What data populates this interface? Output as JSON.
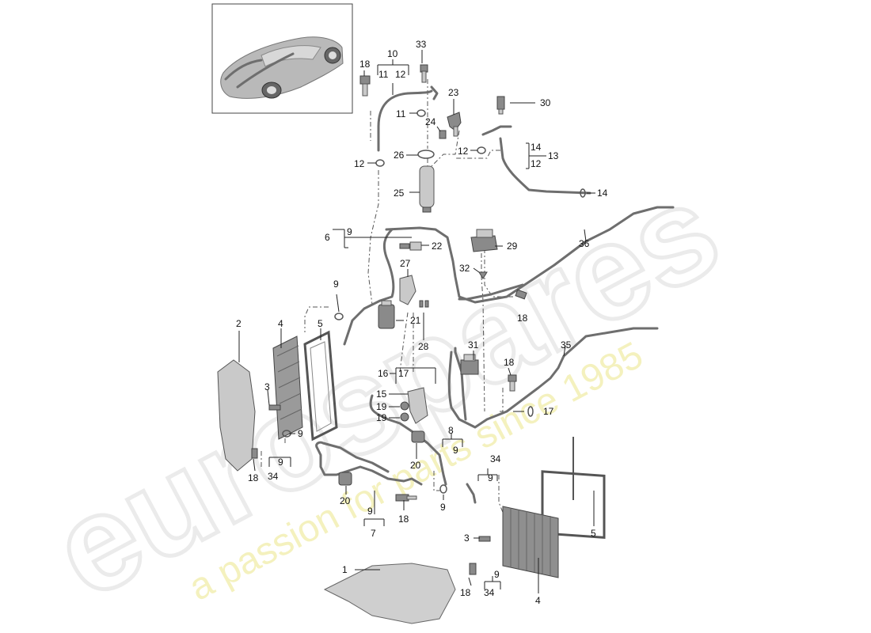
{
  "watermark": {
    "brand": "eurospares",
    "tagline": "a passion for parts since 1985"
  },
  "callouts": [
    {
      "id": "c1",
      "text": "1"
    },
    {
      "id": "c2",
      "text": "2"
    },
    {
      "id": "c3a",
      "text": "3"
    },
    {
      "id": "c3b",
      "text": "3"
    },
    {
      "id": "c4a",
      "text": "4"
    },
    {
      "id": "c4b",
      "text": "4"
    },
    {
      "id": "c5a",
      "text": "5"
    },
    {
      "id": "c5b",
      "text": "5"
    },
    {
      "id": "c6",
      "text": "6"
    },
    {
      "id": "c7",
      "text": "7"
    },
    {
      "id": "c8",
      "text": "8"
    },
    {
      "id": "c9a",
      "text": "9"
    },
    {
      "id": "c9b",
      "text": "9"
    },
    {
      "id": "c9c",
      "text": "9"
    },
    {
      "id": "c9d",
      "text": "9"
    },
    {
      "id": "c9e",
      "text": "9"
    },
    {
      "id": "c9f",
      "text": "9"
    },
    {
      "id": "c9g",
      "text": "9"
    },
    {
      "id": "c9h",
      "text": "9"
    },
    {
      "id": "c9i",
      "text": "9"
    },
    {
      "id": "c9j",
      "text": "9"
    },
    {
      "id": "c10",
      "text": "10"
    },
    {
      "id": "c11a",
      "text": "11"
    },
    {
      "id": "c11b",
      "text": "11"
    },
    {
      "id": "c12a",
      "text": "12"
    },
    {
      "id": "c12b",
      "text": "12"
    },
    {
      "id": "c12c",
      "text": "12"
    },
    {
      "id": "c12d",
      "text": "12"
    },
    {
      "id": "c13",
      "text": "13"
    },
    {
      "id": "c14a",
      "text": "14"
    },
    {
      "id": "c14b",
      "text": "14"
    },
    {
      "id": "c15",
      "text": "15"
    },
    {
      "id": "c16",
      "text": "16"
    },
    {
      "id": "c17a",
      "text": "17"
    },
    {
      "id": "c17b",
      "text": "17"
    },
    {
      "id": "c18a",
      "text": "18"
    },
    {
      "id": "c18b",
      "text": "18"
    },
    {
      "id": "c18c",
      "text": "18"
    },
    {
      "id": "c18d",
      "text": "18"
    },
    {
      "id": "c18e",
      "text": "18"
    },
    {
      "id": "c18f",
      "text": "18"
    },
    {
      "id": "c19a",
      "text": "19"
    },
    {
      "id": "c19b",
      "text": "19"
    },
    {
      "id": "c20a",
      "text": "20"
    },
    {
      "id": "c20b",
      "text": "20"
    },
    {
      "id": "c21",
      "text": "21"
    },
    {
      "id": "c22",
      "text": "22"
    },
    {
      "id": "c23",
      "text": "23"
    },
    {
      "id": "c24",
      "text": "24"
    },
    {
      "id": "c25",
      "text": "25"
    },
    {
      "id": "c26",
      "text": "26"
    },
    {
      "id": "c27",
      "text": "27"
    },
    {
      "id": "c28",
      "text": "28"
    },
    {
      "id": "c29",
      "text": "29"
    },
    {
      "id": "c30",
      "text": "30"
    },
    {
      "id": "c31",
      "text": "31"
    },
    {
      "id": "c32",
      "text": "32"
    },
    {
      "id": "c33",
      "text": "33"
    },
    {
      "id": "c34a",
      "text": "34"
    },
    {
      "id": "c34b",
      "text": "34"
    },
    {
      "id": "c34c",
      "text": "34"
    },
    {
      "id": "c35",
      "text": "35"
    },
    {
      "id": "c36",
      "text": "36"
    }
  ]
}
